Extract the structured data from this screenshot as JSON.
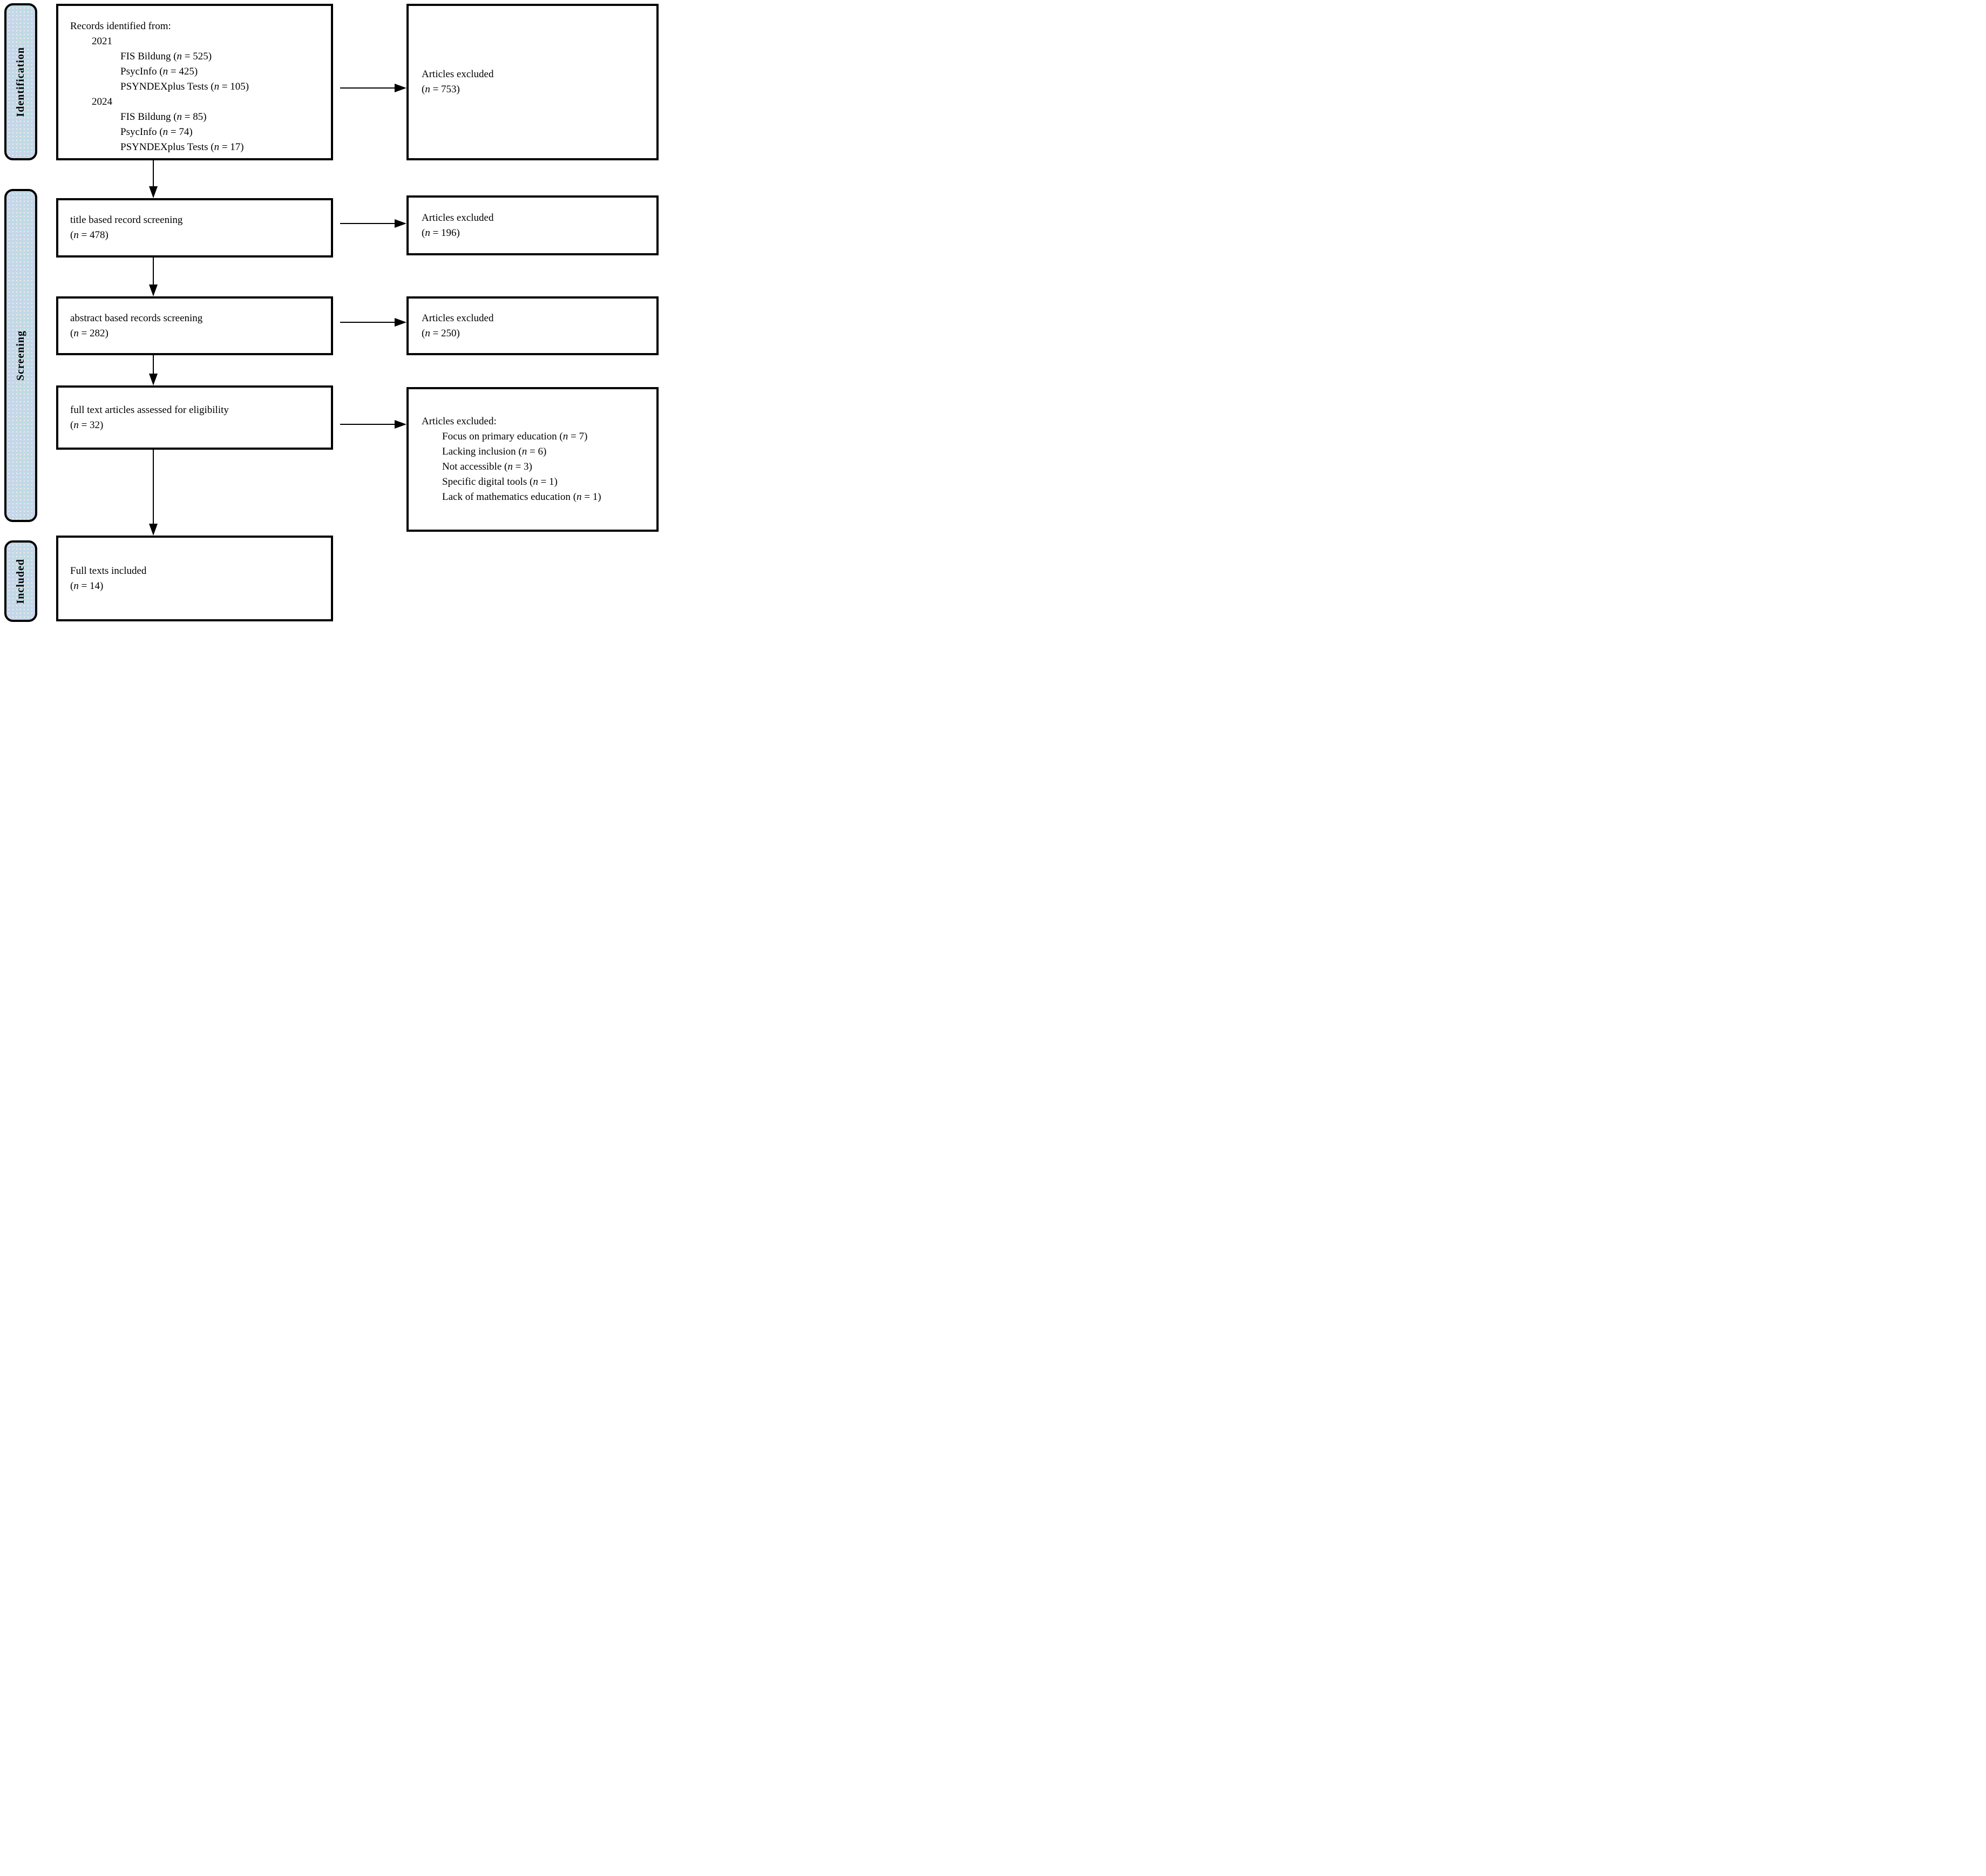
{
  "labels": {
    "identification": "Identification",
    "screening": "Screening",
    "included": "Included"
  },
  "main_flow": {
    "records_identified": {
      "title": "Records identified from:",
      "groups": [
        {
          "year": "2021",
          "sources": [
            {
              "name": "FIS Bildung",
              "n": "525"
            },
            {
              "name": "PsycInfo",
              "n": "425"
            },
            {
              "name": "PSYNDEXplus Tests",
              "n": "105"
            }
          ]
        },
        {
          "year": "2024",
          "sources": [
            {
              "name": "FIS Bildung",
              "n": "85"
            },
            {
              "name": "PsycInfo",
              "n": "74"
            },
            {
              "name": "PSYNDEXplus Tests",
              "n": "17"
            }
          ]
        }
      ]
    },
    "title_screening": {
      "label": "title based record screening",
      "n": "478"
    },
    "abstract_screening": {
      "label": "abstract based records screening",
      "n": "282"
    },
    "full_text_assessed": {
      "label": "full text articles assessed for eligibility",
      "n": "32"
    },
    "full_texts_included": {
      "label": "Full texts included",
      "n": "14"
    }
  },
  "exclusions": {
    "after_identification": {
      "label": "Articles excluded",
      "n": "753"
    },
    "after_title": {
      "label": "Articles excluded",
      "n": "196"
    },
    "after_abstract": {
      "label": "Articles excluded",
      "n": "250"
    },
    "after_full_text": {
      "label": "Articles excluded:",
      "reasons": [
        {
          "name": "Focus on primary education",
          "n": "7"
        },
        {
          "name": "Lacking inclusion",
          "n": "6"
        },
        {
          "name": "Not accessible",
          "n": "3"
        },
        {
          "name": "Specific digital tools",
          "n": "1"
        },
        {
          "name": "Lack of mathematics education",
          "n": "1"
        }
      ]
    }
  },
  "colors": {
    "border": "#000000",
    "label_fill": "#c8d4ec",
    "label_dot": "#aee8d8",
    "label_dot2": "#e9f6de"
  }
}
